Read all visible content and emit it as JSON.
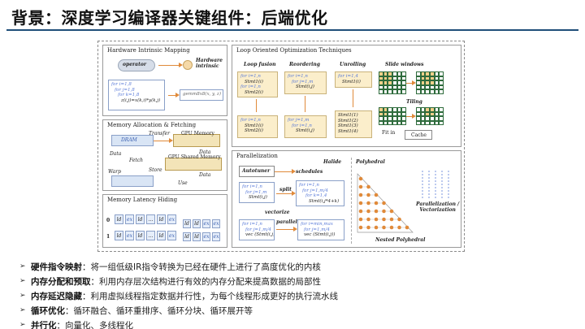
{
  "slide": {
    "title": "背景：深度学习编译器关键组件：后端优化"
  },
  "figure": {
    "hw_panel": {
      "title": "Hardware Intrinsic Mapping",
      "operator": "operator",
      "hw_intrinsic": "Hardware\nintrinsic",
      "code": [
        "for i=1,8",
        "for j=1,8",
        "for k=1,8",
        "z(i,j)=x(k,i)*y(k,j)"
      ],
      "gemm": "gemm8x8(x, y, z)"
    },
    "mem_panel": {
      "title": "Memory Allocation & Fetching",
      "dram": "DRAM",
      "transfer": "Transfer",
      "gpu_memory": "GPU Memory",
      "data1": "Data",
      "data2": "Data",
      "data3": "Data",
      "fetch": "Fetch",
      "gpu_shared": "GPU Shared Memory",
      "store": "Store",
      "warp": "Warp",
      "use": "Use"
    },
    "lat_panel": {
      "title": "Memory Latency Hiding",
      "row0_id": "0",
      "row1_id": "1",
      "row0": [
        "ld",
        "ex",
        "ld",
        "...",
        "ld",
        "ex"
      ],
      "row1": [
        "ld",
        "ex",
        "ld",
        "...",
        "ld",
        "ex"
      ],
      "merged_top": [
        "ld",
        "ld",
        "ex",
        "ex"
      ],
      "merged_bot": [
        "ld",
        "ld",
        "ex",
        "ex"
      ]
    },
    "loop_panel": {
      "title": "Loop Oriented Optimization Techniques",
      "fusion": "Loop fusion",
      "reordering": "Reordering",
      "unrolling": "Unrolling",
      "slide_windows": "Slide windows",
      "tiling": "Tiling",
      "fit_in": "Fit in",
      "cache": "Cache",
      "fusion_before": [
        "for i=1,n",
        "Stmt1(i)",
        "for i=1,n",
        "Stmt2(i)"
      ],
      "fusion_after": [
        "for i=1,n",
        "Stmt1(i)",
        "Stmt2(i)"
      ],
      "reorder_before": [
        "for i=1,n",
        "for j=1,m",
        "Stmt(i,j)"
      ],
      "reorder_after": [
        "for j=1,m",
        "for i=1,n",
        "Stmt(i,j)"
      ],
      "unroll_before": [
        "for i=1,4",
        "Stmt1(i)"
      ],
      "unroll_after": [
        "Stmt1(1)",
        "Stmt1(2)",
        "Stmt1(3)",
        "Stmt1(4)"
      ]
    },
    "par_panel": {
      "title": "Parallelization",
      "halide": "Halide",
      "autotuner": "Autotuner",
      "schedules": "schedules",
      "split": "split",
      "vectorize": "vectorize",
      "parallelize": "parallelize",
      "polyhedral": "Polyhedral",
      "par_vec": "Parallelization /\nVectorization",
      "nested": "Nested Polyhedral",
      "code_a": [
        "for i=1,n",
        "for j=1,m",
        "Stmt(i,j)"
      ],
      "code_b": [
        "for i=1,n",
        "for j=1,m/4",
        "for k=1,4",
        "Stmt(i,j*4+k)"
      ],
      "code_c": [
        "for i=1,n",
        "for j=1,m/4",
        "vec (Stmt(i,j))"
      ],
      "code_d": [
        "for i=min,max",
        "for j=1,m/4",
        "vec (Stmt(i,j))"
      ]
    }
  },
  "bullets": [
    {
      "head": "硬件指令映射",
      "text": "：将一组低级IR指令转换为已经在硬件上进行了高度优化的内核"
    },
    {
      "head": "内存分配和预取",
      "text": "：利用内存层次结构进行有效的内存分配来提高数据的局部性"
    },
    {
      "head": "内存延迟隐藏",
      "text": "：利用虚拟线程指定数据并行性，为每个线程形成更好的执行流水线"
    },
    {
      "head": "循环优化",
      "text": "：循环融合、循环重排序、循环分块、循环展开等"
    },
    {
      "head": "并行化",
      "text": "：向量化、多线程化"
    }
  ],
  "colors": {
    "title_rule": "#1f4e79",
    "code_fill": "#fbeecb",
    "arrow": "#e08a3a",
    "grid_green": "#2e6b3c",
    "blue_text": "#5a7bd8"
  }
}
